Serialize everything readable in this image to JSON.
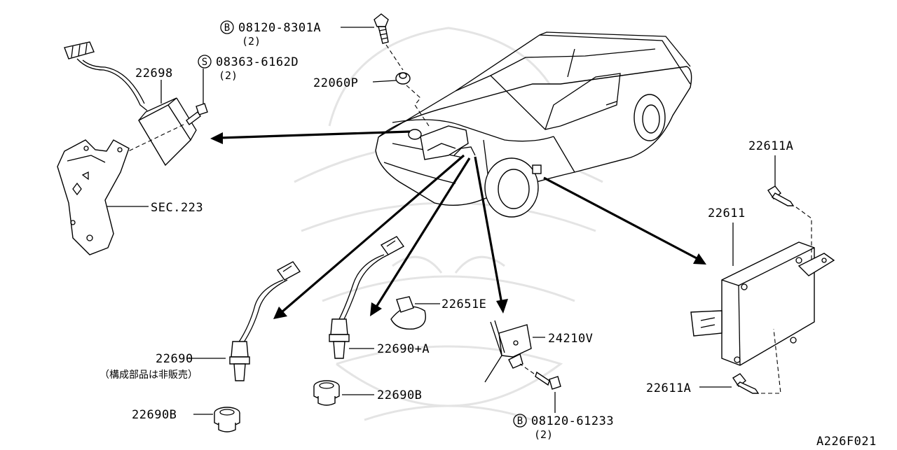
{
  "parts": {
    "bolt_b_8301a": {
      "symbol": "B",
      "number": "08120-8301A",
      "qty": "(2)"
    },
    "screw_s_6162d": {
      "symbol": "S",
      "number": "08363-6162D",
      "qty": "(2)"
    },
    "grommet": {
      "number": "22060P"
    },
    "sensor_22698": {
      "number": "22698"
    },
    "bracket_ref": {
      "number": "SEC.223"
    },
    "ecu_bolt_top": {
      "number": "22611A"
    },
    "ecu": {
      "number": "22611"
    },
    "clamp": {
      "number": "22651E"
    },
    "bracket_24210v": {
      "number": "24210V"
    },
    "o2_sensor_left": {
      "number": "22690",
      "note": "（構成部品は非販売）"
    },
    "o2_sensor_center": {
      "number": "22690+A"
    },
    "plug_center": {
      "number": "22690B"
    },
    "plug_left": {
      "number": "22690B"
    },
    "ecu_bolt_bottom": {
      "number": "22611A"
    },
    "bolt_b_61233": {
      "symbol": "B",
      "number": "08120-61233",
      "qty": "(2)"
    }
  },
  "diagram_code": "A226F021"
}
